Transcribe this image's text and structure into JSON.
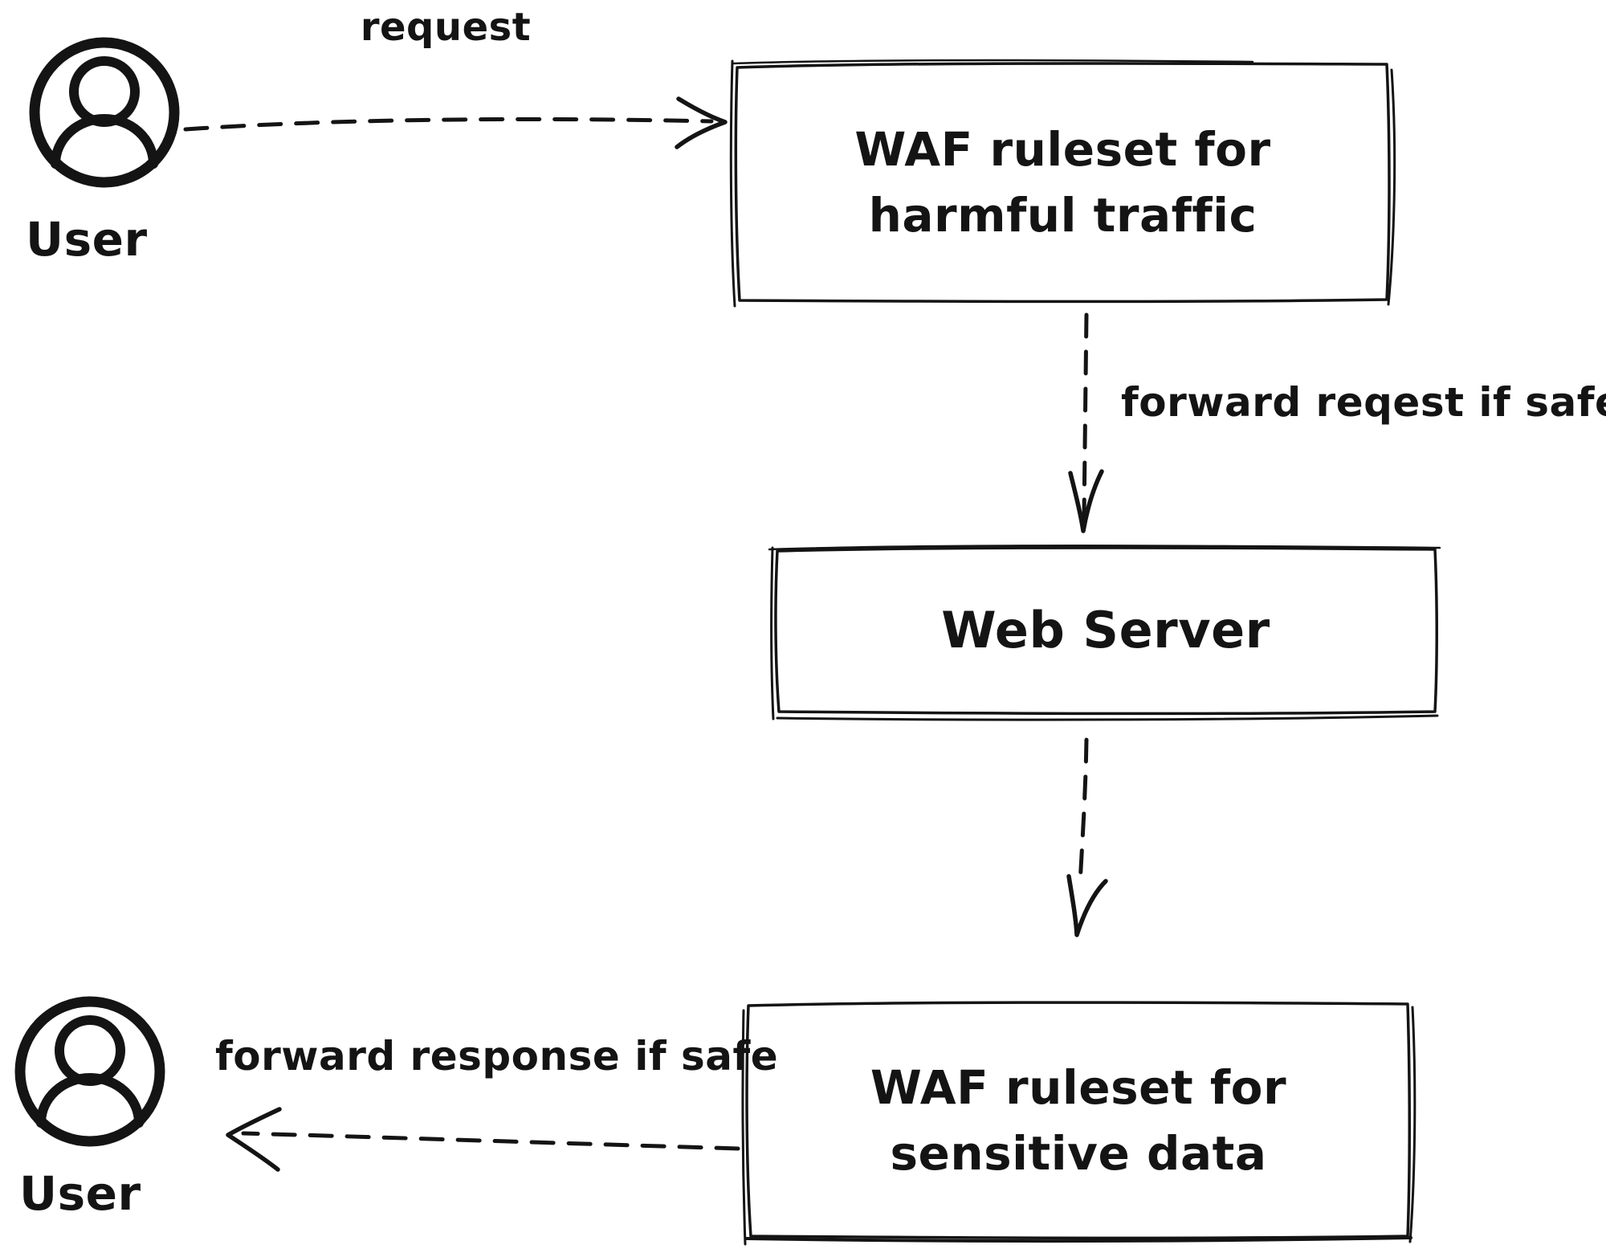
{
  "canvas": {
    "background_color": "#ffffff",
    "ink_color": "#141414"
  },
  "actors": {
    "user_top": {
      "label": "User",
      "icon": "user-icon"
    },
    "user_bottom": {
      "label": "User",
      "icon": "user-icon"
    }
  },
  "nodes": {
    "waf_harmful": {
      "lines": [
        "WAF ruleset for",
        "harmful traffic"
      ]
    },
    "web_server": {
      "label": "Web Server"
    },
    "waf_sensitive": {
      "lines": [
        "WAF ruleset for",
        "sensitive data"
      ]
    }
  },
  "edges": {
    "request": {
      "label": "request",
      "from": "user_top",
      "to": "waf_harmful",
      "style": "dashed-arrow"
    },
    "forward_request": {
      "label": "forward reqest if safe",
      "from": "waf_harmful",
      "to": "web_server",
      "style": "dashed-arrow"
    },
    "server_to_sensitive": {
      "label": "",
      "from": "web_server",
      "to": "waf_sensitive",
      "style": "dashed-arrow"
    },
    "forward_response": {
      "label": "forward response if safe",
      "from": "waf_sensitive",
      "to": "user_bottom",
      "style": "dashed-arrow"
    }
  }
}
